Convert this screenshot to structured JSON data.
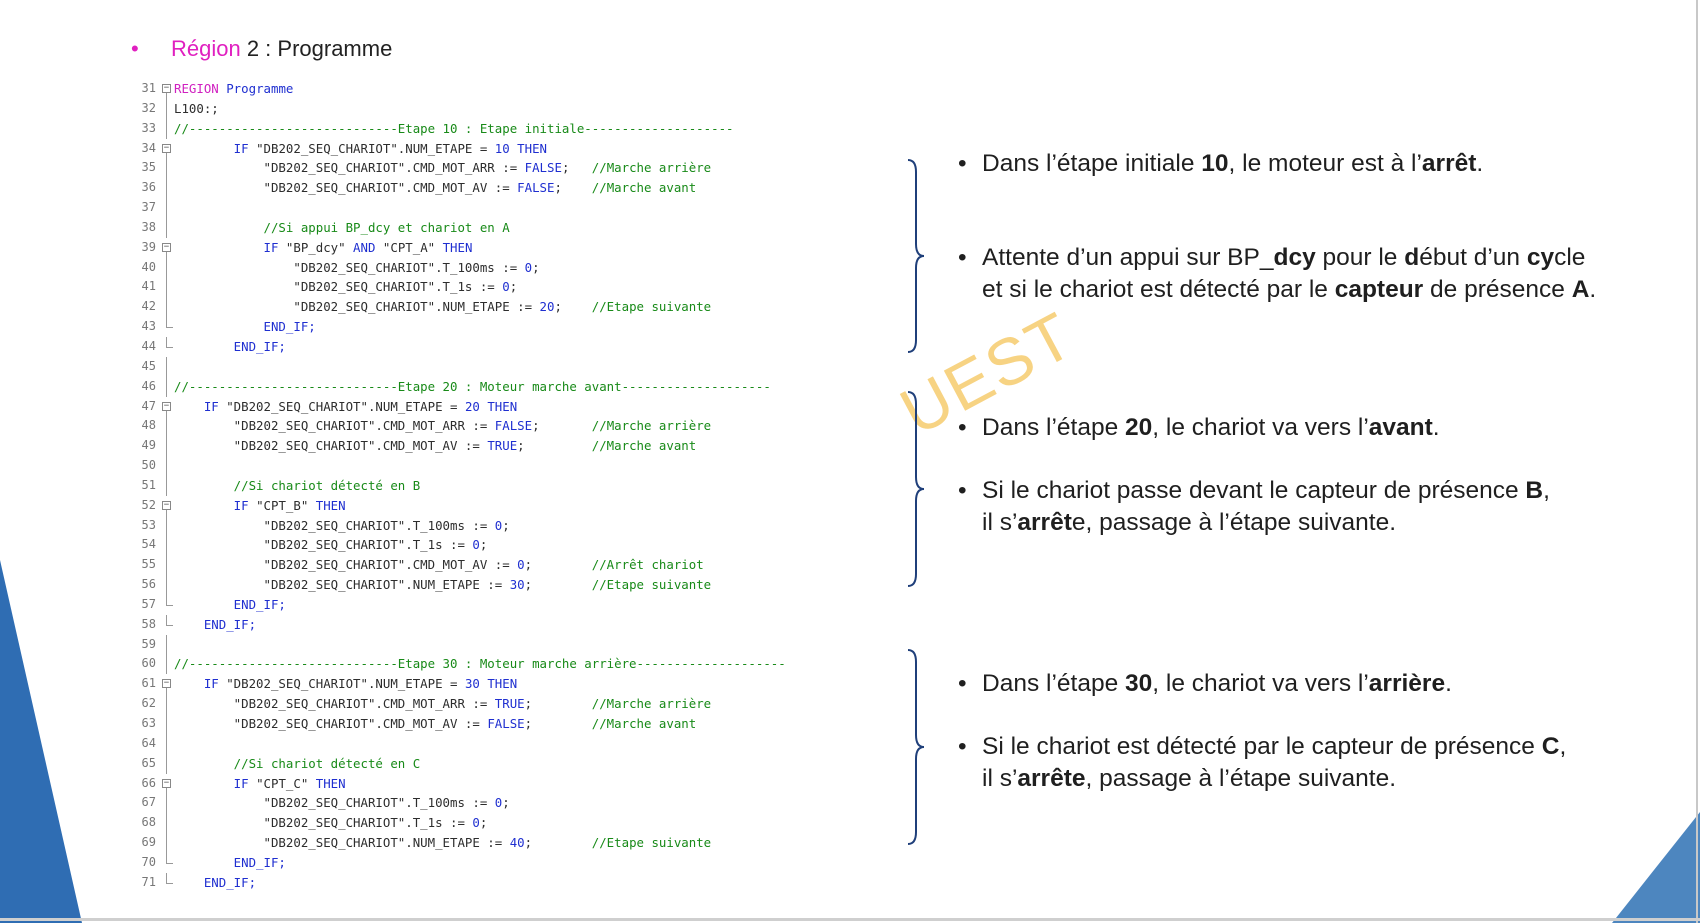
{
  "title": {
    "bullet": "•",
    "highlight": "Région",
    "rest": " 2 : Programme"
  },
  "watermark": "UEST",
  "code": [
    {
      "n": "31",
      "fold": "minus",
      "segs": [
        {
          "t": "REGION",
          "c": "region"
        },
        {
          "t": " Programme",
          "c": "kw"
        }
      ]
    },
    {
      "n": "32",
      "fold": "bar",
      "segs": [
        {
          "t": "L100:;",
          "c": "p"
        }
      ]
    },
    {
      "n": "33",
      "fold": "bar",
      "segs": [
        {
          "t": "//----------------------------Etape 10 : Etape initiale--------------------",
          "c": "cm"
        }
      ]
    },
    {
      "n": "34",
      "fold": "minus",
      "segs": [
        {
          "t": "        IF ",
          "c": "kw"
        },
        {
          "t": "\"DB202_SEQ_CHARIOT\".NUM_ETAPE = ",
          "c": "p"
        },
        {
          "t": "10",
          "c": "kw"
        },
        {
          "t": " THEN",
          "c": "kw"
        }
      ]
    },
    {
      "n": "35",
      "fold": "bar",
      "segs": [
        {
          "t": "            \"DB202_SEQ_CHARIOT\".CMD_MOT_ARR := ",
          "c": "p"
        },
        {
          "t": "FALSE",
          "c": "kw"
        },
        {
          "t": ";   ",
          "c": "p"
        },
        {
          "t": "//Marche arrière",
          "c": "cm"
        }
      ]
    },
    {
      "n": "36",
      "fold": "bar",
      "segs": [
        {
          "t": "            \"DB202_SEQ_CHARIOT\".CMD_MOT_AV := ",
          "c": "p"
        },
        {
          "t": "FALSE",
          "c": "kw"
        },
        {
          "t": ";    ",
          "c": "p"
        },
        {
          "t": "//Marche avant",
          "c": "cm"
        }
      ]
    },
    {
      "n": "37",
      "fold": "bar",
      "segs": []
    },
    {
      "n": "38",
      "fold": "bar",
      "segs": [
        {
          "t": "            //Si appui BP_dcy et chariot en A",
          "c": "cm"
        }
      ]
    },
    {
      "n": "39",
      "fold": "minus",
      "segs": [
        {
          "t": "            IF ",
          "c": "kw"
        },
        {
          "t": "\"BP_dcy\" ",
          "c": "p"
        },
        {
          "t": "AND",
          "c": "kw"
        },
        {
          "t": " \"CPT_A\" ",
          "c": "p"
        },
        {
          "t": "THEN",
          "c": "kw"
        }
      ]
    },
    {
      "n": "40",
      "fold": "bar",
      "segs": [
        {
          "t": "                \"DB202_SEQ_CHARIOT\".T_100ms := ",
          "c": "p"
        },
        {
          "t": "0",
          "c": "kw"
        },
        {
          "t": ";",
          "c": "p"
        }
      ]
    },
    {
      "n": "41",
      "fold": "bar",
      "segs": [
        {
          "t": "                \"DB202_SEQ_CHARIOT\".T_1s := ",
          "c": "p"
        },
        {
          "t": "0",
          "c": "kw"
        },
        {
          "t": ";",
          "c": "p"
        }
      ]
    },
    {
      "n": "42",
      "fold": "bar",
      "segs": [
        {
          "t": "                \"DB202_SEQ_CHARIOT\".NUM_ETAPE := ",
          "c": "p"
        },
        {
          "t": "20",
          "c": "kw"
        },
        {
          "t": ";    ",
          "c": "p"
        },
        {
          "t": "//Etape suivante",
          "c": "cm"
        }
      ]
    },
    {
      "n": "43",
      "fold": "end",
      "segs": [
        {
          "t": "            END_IF;",
          "c": "kw"
        }
      ]
    },
    {
      "n": "44",
      "fold": "end",
      "segs": [
        {
          "t": "        END_IF;",
          "c": "kw"
        }
      ]
    },
    {
      "n": "45",
      "fold": "bar",
      "segs": []
    },
    {
      "n": "46",
      "fold": "bar",
      "segs": [
        {
          "t": "//----------------------------Etape 20 : Moteur marche avant--------------------",
          "c": "cm"
        }
      ]
    },
    {
      "n": "47",
      "fold": "minus",
      "segs": [
        {
          "t": "    IF ",
          "c": "kw"
        },
        {
          "t": "\"DB202_SEQ_CHARIOT\".NUM_ETAPE = ",
          "c": "p"
        },
        {
          "t": "20",
          "c": "kw"
        },
        {
          "t": " THEN",
          "c": "kw"
        }
      ]
    },
    {
      "n": "48",
      "fold": "bar",
      "segs": [
        {
          "t": "        \"DB202_SEQ_CHARIOT\".CMD_MOT_ARR := ",
          "c": "p"
        },
        {
          "t": "FALSE",
          "c": "kw"
        },
        {
          "t": ";       ",
          "c": "p"
        },
        {
          "t": "//Marche arrière",
          "c": "cm"
        }
      ]
    },
    {
      "n": "49",
      "fold": "bar",
      "segs": [
        {
          "t": "        \"DB202_SEQ_CHARIOT\".CMD_MOT_AV := ",
          "c": "p"
        },
        {
          "t": "TRUE",
          "c": "kw"
        },
        {
          "t": ";         ",
          "c": "p"
        },
        {
          "t": "//Marche avant",
          "c": "cm"
        }
      ]
    },
    {
      "n": "50",
      "fold": "bar",
      "segs": []
    },
    {
      "n": "51",
      "fold": "bar",
      "segs": [
        {
          "t": "        //Si chariot détecté en B",
          "c": "cm"
        }
      ]
    },
    {
      "n": "52",
      "fold": "minus",
      "segs": [
        {
          "t": "        IF ",
          "c": "kw"
        },
        {
          "t": "\"CPT_B\" ",
          "c": "p"
        },
        {
          "t": "THEN",
          "c": "kw"
        }
      ]
    },
    {
      "n": "53",
      "fold": "bar",
      "segs": [
        {
          "t": "            \"DB202_SEQ_CHARIOT\".T_100ms := ",
          "c": "p"
        },
        {
          "t": "0",
          "c": "kw"
        },
        {
          "t": ";",
          "c": "p"
        }
      ]
    },
    {
      "n": "54",
      "fold": "bar",
      "segs": [
        {
          "t": "            \"DB202_SEQ_CHARIOT\".T_1s := ",
          "c": "p"
        },
        {
          "t": "0",
          "c": "kw"
        },
        {
          "t": ";",
          "c": "p"
        }
      ]
    },
    {
      "n": "55",
      "fold": "bar",
      "segs": [
        {
          "t": "            \"DB202_SEQ_CHARIOT\".CMD_MOT_AV := ",
          "c": "p"
        },
        {
          "t": "0",
          "c": "kw"
        },
        {
          "t": ";        ",
          "c": "p"
        },
        {
          "t": "//Arrêt chariot",
          "c": "cm"
        }
      ]
    },
    {
      "n": "56",
      "fold": "bar",
      "segs": [
        {
          "t": "            \"DB202_SEQ_CHARIOT\".NUM_ETAPE := ",
          "c": "p"
        },
        {
          "t": "30",
          "c": "kw"
        },
        {
          "t": ";        ",
          "c": "p"
        },
        {
          "t": "//Etape suivante",
          "c": "cm"
        }
      ]
    },
    {
      "n": "57",
      "fold": "end",
      "segs": [
        {
          "t": "        END_IF;",
          "c": "kw"
        }
      ]
    },
    {
      "n": "58",
      "fold": "end",
      "segs": [
        {
          "t": "    END_IF;",
          "c": "kw"
        }
      ]
    },
    {
      "n": "59",
      "fold": "bar",
      "segs": []
    },
    {
      "n": "60",
      "fold": "bar",
      "segs": [
        {
          "t": "//----------------------------Etape 30 : Moteur marche arrière--------------------",
          "c": "cm"
        }
      ]
    },
    {
      "n": "61",
      "fold": "minus",
      "segs": [
        {
          "t": "    IF ",
          "c": "kw"
        },
        {
          "t": "\"DB202_SEQ_CHARIOT\".NUM_ETAPE = ",
          "c": "p"
        },
        {
          "t": "30",
          "c": "kw"
        },
        {
          "t": " THEN",
          "c": "kw"
        }
      ]
    },
    {
      "n": "62",
      "fold": "bar",
      "segs": [
        {
          "t": "        \"DB202_SEQ_CHARIOT\".CMD_MOT_ARR := ",
          "c": "p"
        },
        {
          "t": "TRUE",
          "c": "kw"
        },
        {
          "t": ";        ",
          "c": "p"
        },
        {
          "t": "//Marche arrière",
          "c": "cm"
        }
      ]
    },
    {
      "n": "63",
      "fold": "bar",
      "segs": [
        {
          "t": "        \"DB202_SEQ_CHARIOT\".CMD_MOT_AV := ",
          "c": "p"
        },
        {
          "t": "FALSE",
          "c": "kw"
        },
        {
          "t": ";        ",
          "c": "p"
        },
        {
          "t": "//Marche avant",
          "c": "cm"
        }
      ]
    },
    {
      "n": "64",
      "fold": "bar",
      "segs": []
    },
    {
      "n": "65",
      "fold": "bar",
      "segs": [
        {
          "t": "        //Si chariot détecté en C",
          "c": "cm"
        }
      ]
    },
    {
      "n": "66",
      "fold": "minus",
      "segs": [
        {
          "t": "        IF ",
          "c": "kw"
        },
        {
          "t": "\"CPT_C\" ",
          "c": "p"
        },
        {
          "t": "THEN",
          "c": "kw"
        }
      ]
    },
    {
      "n": "67",
      "fold": "bar",
      "segs": [
        {
          "t": "            \"DB202_SEQ_CHARIOT\".T_100ms := ",
          "c": "p"
        },
        {
          "t": "0",
          "c": "kw"
        },
        {
          "t": ";",
          "c": "p"
        }
      ]
    },
    {
      "n": "68",
      "fold": "bar",
      "segs": [
        {
          "t": "            \"DB202_SEQ_CHARIOT\".T_1s := ",
          "c": "p"
        },
        {
          "t": "0",
          "c": "kw"
        },
        {
          "t": ";",
          "c": "p"
        }
      ]
    },
    {
      "n": "69",
      "fold": "bar",
      "segs": [
        {
          "t": "            \"DB202_SEQ_CHARIOT\".NUM_ETAPE := ",
          "c": "p"
        },
        {
          "t": "40",
          "c": "kw"
        },
        {
          "t": ";        ",
          "c": "p"
        },
        {
          "t": "//Etape suivante",
          "c": "cm"
        }
      ]
    },
    {
      "n": "70",
      "fold": "end",
      "segs": [
        {
          "t": "        END_IF;",
          "c": "kw"
        }
      ]
    },
    {
      "n": "71",
      "fold": "end",
      "segs": [
        {
          "t": "    END_IF;",
          "c": "kw"
        }
      ]
    }
  ],
  "bullets": [
    {
      "segs": [
        {
          "t": "Dans l’étape initiale "
        },
        {
          "t": "10",
          "b": true
        },
        {
          "t": ", le moteur est à l’"
        },
        {
          "t": "arrêt",
          "b": true
        },
        {
          "t": "."
        }
      ]
    },
    {
      "segs": [
        {
          "t": "Attente d’un appui sur BP_"
        },
        {
          "t": "dcy",
          "b": true
        },
        {
          "t": " pour le "
        },
        {
          "t": "d",
          "b": true
        },
        {
          "t": "ébut d’un "
        },
        {
          "t": "cy",
          "b": true
        },
        {
          "t": "cle"
        },
        {
          "br": true
        },
        {
          "t": "et si le chariot est détecté par le "
        },
        {
          "t": "capteur",
          "b": true
        },
        {
          "t": " de présence "
        },
        {
          "t": "A",
          "b": true
        },
        {
          "t": "."
        }
      ]
    },
    {
      "segs": [
        {
          "t": "Dans l’étape "
        },
        {
          "t": "20",
          "b": true
        },
        {
          "t": ", le chariot va vers l’"
        },
        {
          "t": "avant",
          "b": true
        },
        {
          "t": "."
        }
      ]
    },
    {
      "segs": [
        {
          "t": "Si le chariot passe devant le capteur de présence "
        },
        {
          "t": "B",
          "b": true
        },
        {
          "t": ","
        },
        {
          "br": true
        },
        {
          "t": "il s’"
        },
        {
          "t": "arrêt",
          "b": true
        },
        {
          "t": "e, passage à l’étape suivante."
        }
      ]
    },
    {
      "segs": [
        {
          "t": "Dans l’étape "
        },
        {
          "t": "30",
          "b": true
        },
        {
          "t": ", le chariot va vers l’"
        },
        {
          "t": "arrière",
          "b": true
        },
        {
          "t": "."
        }
      ]
    },
    {
      "segs": [
        {
          "t": "Si le chariot est détecté par le capteur de présence "
        },
        {
          "t": "C",
          "b": true
        },
        {
          "t": ","
        },
        {
          "br": true
        },
        {
          "t": "il s’"
        },
        {
          "t": "arrête",
          "b": true
        },
        {
          "t": ", passage à l’étape suivante."
        }
      ]
    }
  ],
  "colors": {
    "keyword": "#1f2fd0",
    "comment": "#188a18",
    "region": "#d020c0",
    "accent_blue": "#2f6db3",
    "brace": "#1f3f7a"
  }
}
